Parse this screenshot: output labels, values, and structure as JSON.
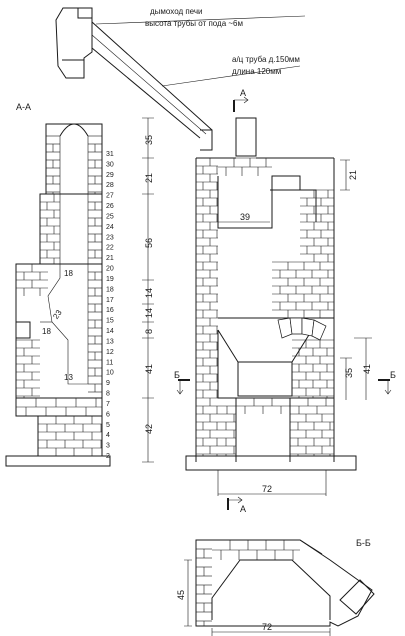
{
  "labels": {
    "section_aa": "А-А",
    "section_bb": "Б-Б",
    "cut_a_top": "А",
    "cut_a_bottom": "А",
    "cut_b_left": "Б",
    "cut_b_right": "Б"
  },
  "notes": {
    "chimney_line1": "дымоход печи",
    "chimney_line2": "высота трубы от пода ~6м",
    "pipe_line1": "а/ц труба д.150мм",
    "pipe_line2": "длина 120мм"
  },
  "row_numbers": [
    "31",
    "30",
    "29",
    "28",
    "27",
    "26",
    "25",
    "24",
    "23",
    "22",
    "21",
    "20",
    "19",
    "18",
    "17",
    "16",
    "15",
    "14",
    "13",
    "12",
    "11",
    "10",
    "9",
    "8",
    "7",
    "6",
    "5",
    "4",
    "3",
    "2"
  ],
  "dims": {
    "d35_top": "35",
    "d21": "21",
    "d56": "56",
    "d14a": "14",
    "d8": "8",
    "d14b": "14",
    "d41": "41",
    "d42": "42",
    "d39": "39",
    "d21_right": "21",
    "d35_right": "35",
    "d41_right": "41",
    "d72_front": "72",
    "d18a": "18",
    "d23": "23",
    "d18b": "18",
    "d13": "13",
    "d45": "45",
    "d72_plan": "72"
  }
}
